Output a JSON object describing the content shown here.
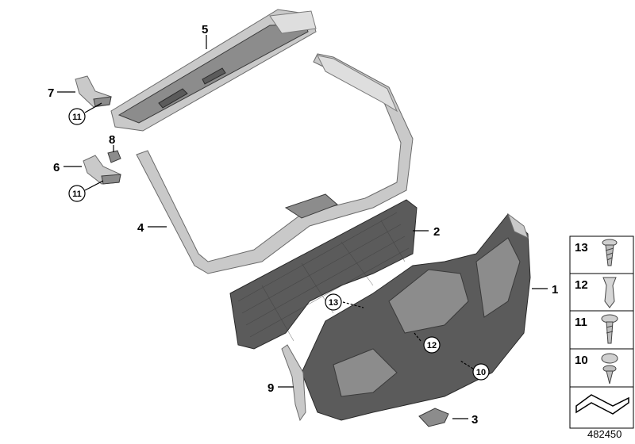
{
  "callouts": {
    "c1": "1",
    "c2": "2",
    "c3": "3",
    "c4": "4",
    "c5": "5",
    "c6": "6",
    "c7": "7",
    "c8": "8",
    "c9": "9",
    "c10": "10",
    "c11a": "11",
    "c11b": "11",
    "c12": "12",
    "c13": "13"
  },
  "legend": {
    "items": [
      "13",
      "12",
      "11",
      "10"
    ]
  },
  "document_number": "482450"
}
